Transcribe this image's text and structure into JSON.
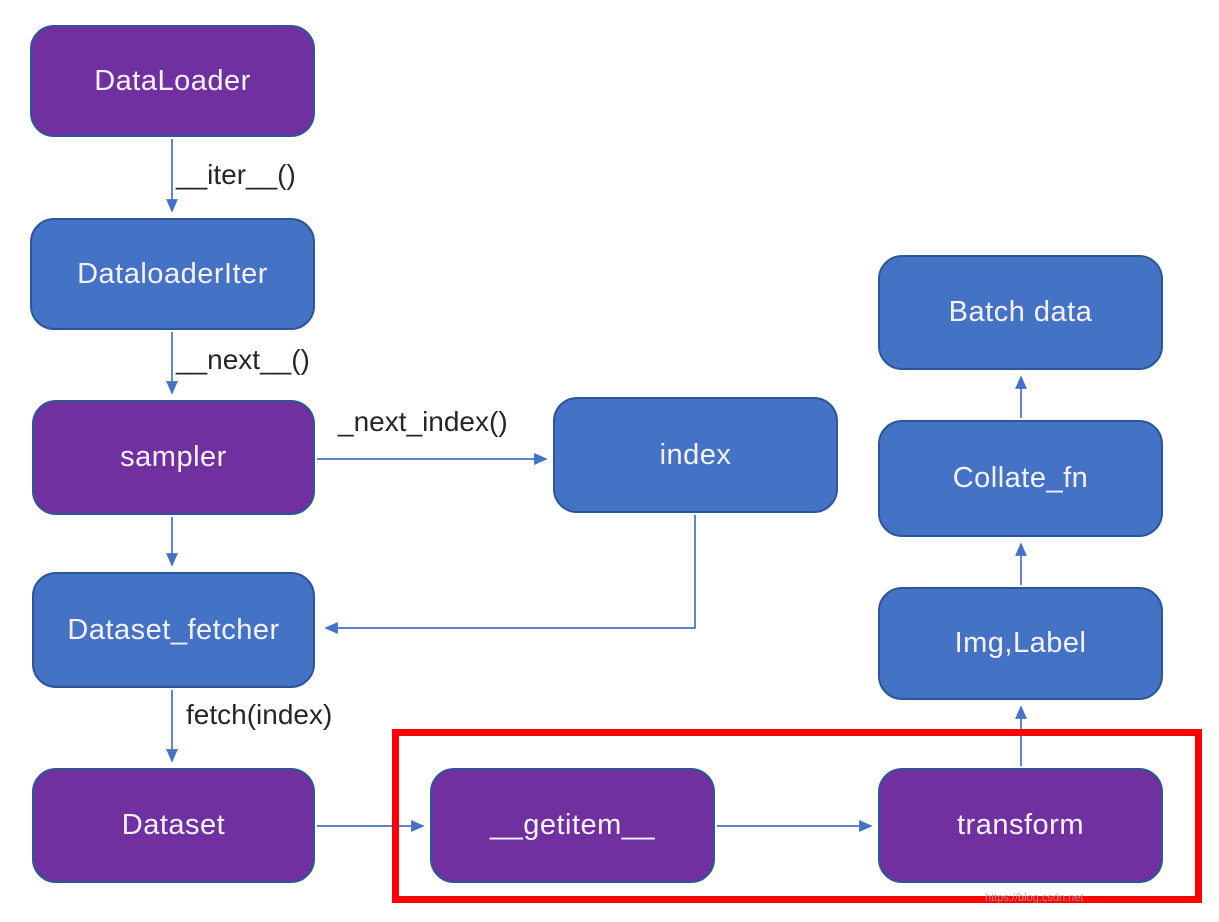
{
  "diagram": {
    "nodes": {
      "dataloader": {
        "label": "DataLoader"
      },
      "dataloaderiter": {
        "label": "DataloaderIter"
      },
      "sampler": {
        "label": "sampler"
      },
      "index": {
        "label": "index"
      },
      "dataset_fetcher": {
        "label": "Dataset_fetcher"
      },
      "dataset": {
        "label": "Dataset"
      },
      "getitem": {
        "label": "__getitem__"
      },
      "transform": {
        "label": "transform"
      },
      "img_label": {
        "label": "Img,Label"
      },
      "collate_fn": {
        "label": "Collate_fn"
      },
      "batch_data": {
        "label": "Batch data"
      }
    },
    "edge_labels": {
      "iter": "__iter__()",
      "next": "__next__()",
      "next_index": "_next_index()",
      "fetch": "fetch(index)"
    },
    "watermark": "https://blog.csdn.net"
  },
  "colors": {
    "purple_fill": "#7030A0",
    "blue_fill": "#4472C4",
    "node_border": "#2E5596",
    "arrow": "#4472C4",
    "highlight": "#FF0000",
    "label_text": "#262626",
    "node_text": "#F5F2F9"
  }
}
